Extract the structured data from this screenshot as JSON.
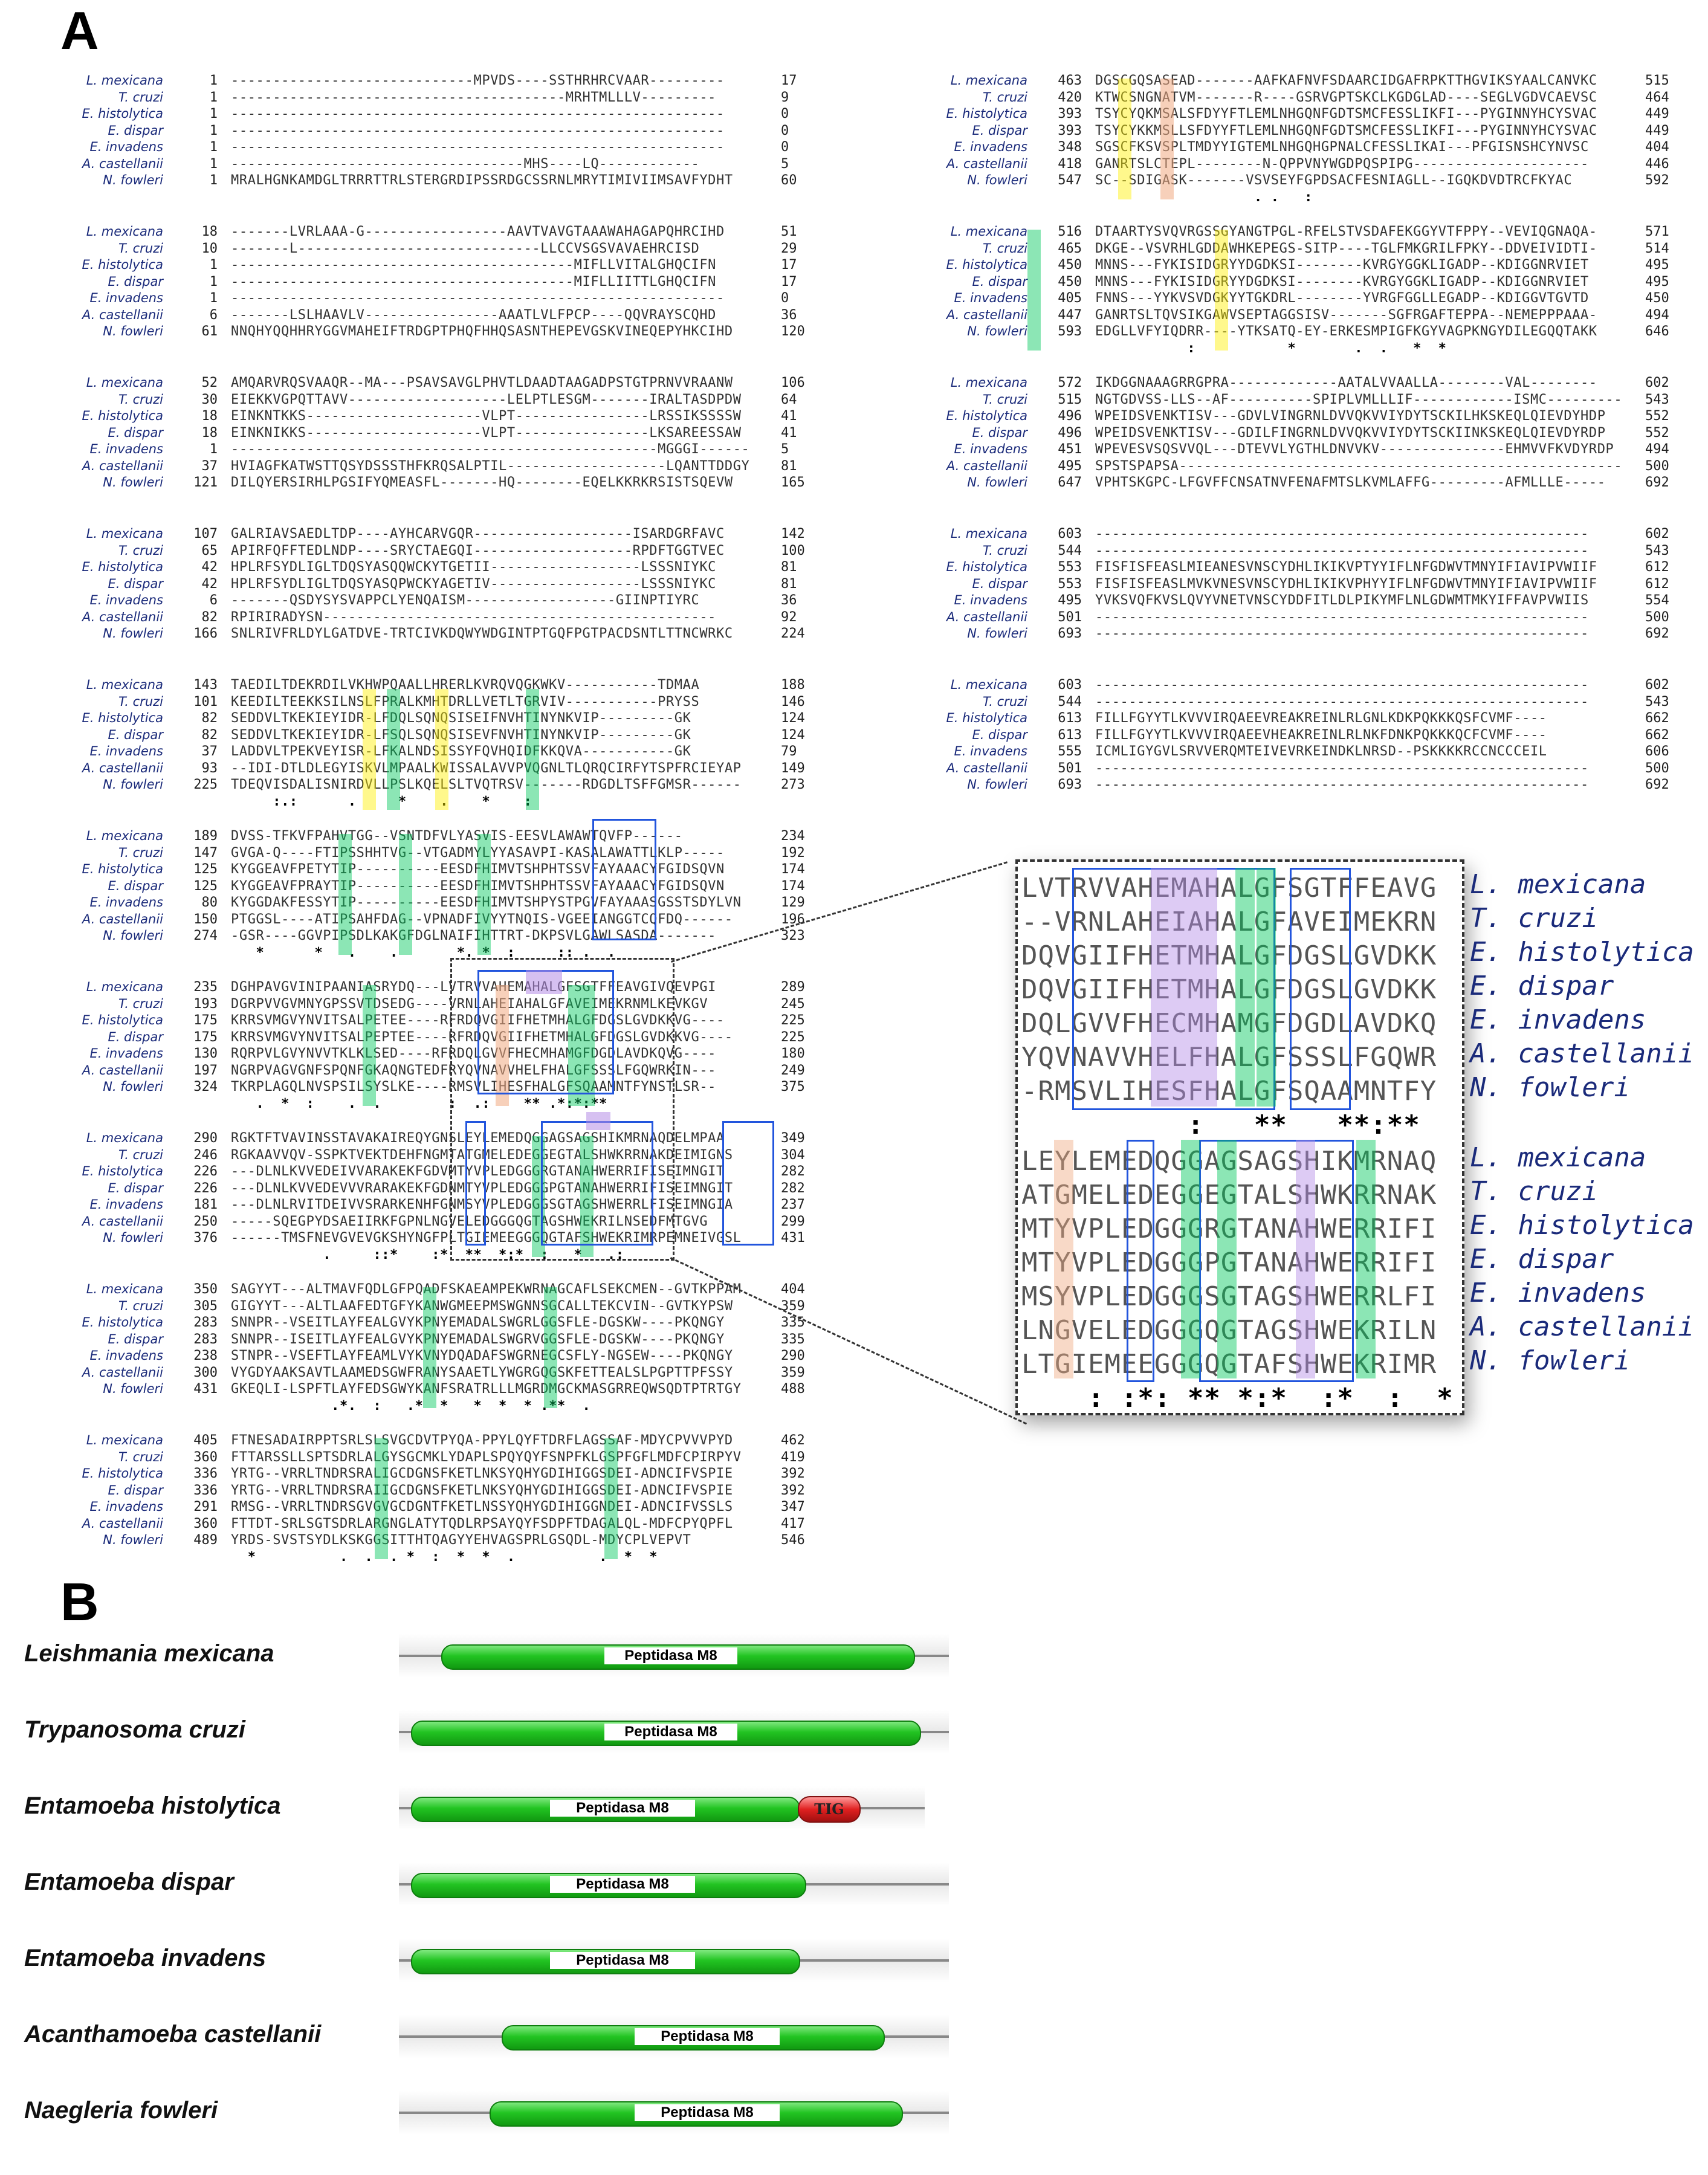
{
  "panels": {
    "a": "A",
    "b": "B"
  },
  "species_short": [
    "L. mexicana",
    "T. cruzi",
    "E. histolytica",
    "E. dispar",
    "E. invadens",
    "A. castellanii",
    "N. fowleri"
  ],
  "alignment_left": [
    {
      "rows": [
        [
          "1",
          "-----------------------------MPVDS----SSTHRHRCVAAR---------",
          "17"
        ],
        [
          "1",
          "----------------------------------------MRHTMLLLV---------",
          "9"
        ],
        [
          "1",
          "-----------------------------------------------------------",
          "0"
        ],
        [
          "1",
          "-----------------------------------------------------------",
          "0"
        ],
        [
          "1",
          "-----------------------------------------------------------",
          "0"
        ],
        [
          "1",
          "-----------------------------------MHS----LQ------------",
          "5"
        ],
        [
          "1",
          "MRALHGNKAMDGLTRRRTTRLSTERGRDIPSSRDGCSSRNLMRYTIMIVIIMSAVFYDHT",
          "60"
        ]
      ],
      "cons": ""
    },
    {
      "rows": [
        [
          "18",
          "-------LVRLAAA-G-----------------AAVTVAVGTAAAWAHAGAPQHRCIHD",
          "51"
        ],
        [
          "10",
          "-------L-----------------------------LLCCVSGSVAVAEHRCISD",
          "29"
        ],
        [
          "1",
          "-----------------------------------------MIFLLVITALGHQCIFN",
          "17"
        ],
        [
          "1",
          "-----------------------------------------MIFLLIITTLGHQCIFN",
          "17"
        ],
        [
          "1",
          "-----------------------------------------------------------",
          "0"
        ],
        [
          "6",
          "-------LSLHAAVLV----------------AAATLVLFPCP----QQVRAYSCQHD",
          "36"
        ],
        [
          "61",
          "NNQHYQQHHRYGGVMAHEIFTRDGPTPHQFHHQSASNTHEPEVGSKVINEQEPYHKCIHD",
          "120"
        ]
      ],
      "cons": ""
    },
    {
      "rows": [
        [
          "52",
          "AMQARVRQSVAAQR--MA---PSAVSAVGLPHVTLDAADTAAGADPSTGTPRNVVRAANW",
          "106"
        ],
        [
          "30",
          "EIEKKVGPQTTAVV-------------------LELPTLESGM-------IRALTASDPDW",
          "64"
        ],
        [
          "18",
          "EINKNTKKS---------------------VLPT----------------LRSSIKSSSSW",
          "41"
        ],
        [
          "18",
          "EINKNIKKS---------------------VLPT----------------LKSAREESSAW",
          "41"
        ],
        [
          "1",
          "---------------------------------------------------MGGGI------",
          "5"
        ],
        [
          "37",
          "HVIAGFKATWSTTQSYDSSSTHFKRQSALPTIL-------------------LQANTTDDGY",
          "81"
        ],
        [
          "121",
          "DILQYERSIRHLPGSIFYQMEASFL-------HQ--------EQELKKRKRSISTSQEVW",
          "165"
        ]
      ],
      "cons": ""
    },
    {
      "rows": [
        [
          "107",
          "GALRIAVSAEDLTDP----AYHCARVGQR-------------------ISARDGRFAVC",
          "142"
        ],
        [
          "65",
          "APIRFQFFTEDLNDP----SRYCTAEGQI-------------------RPDFTGGTVEC",
          "100"
        ],
        [
          "42",
          "HPLRFSYDLIGLTDQSYASQQWCKYTGETII------------------LSSSNIYKC",
          "81"
        ],
        [
          "42",
          "HPLRFSYDLIGLTDQSYASQPWCKYAGETIV------------------LSSSNIYKC",
          "81"
        ],
        [
          "6",
          "-------QSDYSYSVAPPCLYENQAISM------------------GIINPTIYRC",
          "36"
        ],
        [
          "82",
          "RPIRIRADYSN-----------------------------------------------",
          "92"
        ],
        [
          "166",
          "SNLRIVFRLDYLGATDVE-TRTCIVKDQWYWDGINTPTGQFPGTPACDSNTLTTNCWRKC",
          "224"
        ]
      ],
      "cons": ""
    },
    {
      "rows": [
        [
          "143",
          "TAEDILTDEKRDILVKHWPQAALLHRERLKVRQVQGKWKV-----------TDMAA",
          "188"
        ],
        [
          "101",
          "KEEDILTEEKKSILNSLFPRALKMHTDRLLVETLTGRVIV-----------PRYSS",
          "146"
        ],
        [
          "82",
          "SEDDVLTKEKIEYIDR-LFDQLSQNQSISEIFNVHTINYNKVIP---------GK",
          "124"
        ],
        [
          "82",
          "SEDDVLTKEKIEYIDR-LFSQLSQNQSISEVFNVHTINYNKVIP---------GK",
          "124"
        ],
        [
          "37",
          "LADDVLTPEKVEYISR-LFKALNDSISSYFQVHQIDFKKQVA-----------GK",
          "79"
        ],
        [
          "93",
          "--IDI-DTLDLEGYISKVLMPAALKWISSALAVVPVQGNLTLQRQCIRFYTSPFRCIEYAP",
          "149"
        ],
        [
          "225",
          "TDEQVISDALISNIRDVLLPSLKQELSLTVQTRSV-------RDGDLTSFFGMSR------",
          "273"
        ]
      ],
      "cons": "     :.:      .     *    .    *    :"
    },
    {
      "rows": [
        [
          "189",
          "DVSS-TFKVFPAHVTGG--VSNTDFVLYASVIS-EESVLAWAWTQVFP------",
          "234"
        ],
        [
          "147",
          "GVGA-Q----FTIPSSHHTVG--VTGADMYLYYASAVPI-KASALAWATTLKLP-----",
          "192"
        ],
        [
          "125",
          "KYGGEAVFPETYTIP----------EESDFHIMVTSHPHTSSVFAYAAACYFGIDSQVN",
          "174"
        ],
        [
          "125",
          "KYGGEAVFPRAYTIP----------EESDFHIMVTSHPHTSSVFAYAAACYFGIDSQVN",
          "174"
        ],
        [
          "80",
          "KYGGDAKFESSYTIP----------EESDFHIMVTSHPYSTPGVFAYAAASGSSTSDYLVN",
          "129"
        ],
        [
          "150",
          "PTGGSL----ATIPSAHFDAG--VPNADFIVYYTNQIS-VGEEIANGGTCQFDQ------",
          "196"
        ],
        [
          "274",
          "-GSR----GGVPIPSDLKAKGFDGLNAIFIHTTRT-DKPSVLGAWLSASDA-------",
          "323"
        ]
      ],
      "cons": "   *      *   .    .       *. *  :     :: .  ."
    },
    {
      "rows": [
        [
          "235",
          "DGHPAVGVINIPAANIASRYDQ---LVTRVVAHEMAHALGFSGTFFEAVGIVQEVPGI",
          "289"
        ],
        [
          "193",
          "DGRPVVGVMNYGPSSVTDSEDG----VRNLAHEIAHALGFAVEIMEKRNMLKEVKGV",
          "245"
        ],
        [
          "175",
          "KRRSVMGVYNVITSALPETEE----RFRDQVGIIFHETMHALGFDGSLGVDKKVG----",
          "225"
        ],
        [
          "175",
          "KRRSVMGVYNVITSALPEPTEE----RFRDQVGIIFHETMHALGFDGSLGVDKKVG----",
          "225"
        ],
        [
          "130",
          "RQRPVLGVYNVVTKLKLSED----RFRDQLGVVFHECMHAMGFDGDLAVDKQVG----",
          "180"
        ],
        [
          "197",
          "NGRPVAGVGNFSPQNFGKAQNGTEDFRYQVNAVVHELFHALGFSSSLFGQWRKIN---",
          "249"
        ],
        [
          "324",
          "TKRPLAGQLNVSPSILSYSLKE----RMSVLIHESFHALGFSQAAMNTFYNSTLSR--",
          "375"
        ]
      ],
      "cons": "   .  *  :    .  .        :  .:    ** .*:*:**"
    },
    {
      "rows": [
        [
          "290",
          "RGKTFTVAVINSSTAVAKAIREQYGNSLEYLEMEDQGGAGSAGSHIKMRNAQDELMPAA",
          "349"
        ],
        [
          "246",
          "RGKAAVVQV-SSPKTVEKTDEHFNGMTATGMELEDEGGEGTALSHWKRRNAKDEIMIGNS",
          "304"
        ],
        [
          "226",
          "---DLNLKVVEDEIVVARAKEKFGDVMTYVPLEDGGGRGTANAHWERRIFISEIMNGIT",
          "282"
        ],
        [
          "226",
          "---DLNLKVVEDEVVVRARAKEKFGDNMTYVPLEDGGGPGTANAHWERRIFISEIMNGIT",
          "282"
        ],
        [
          "181",
          "---DLNLRVITDEIVVSRARKENHFGNMSYVPLEDGGGSGTAGSHWERRLFISEIMNGIA",
          "237"
        ],
        [
          "250",
          "-----SQEGPYDSAEIIRKFGPNLNGVELEDGGGQGTAGSHWEKRILNSEDFMTGVG",
          "299"
        ],
        [
          "376",
          "------TMSFNEVGVEVGKSHYNGFPLTGIEMEEGGGQGTAFSHWEKRIMRPEMNEIVGSL",
          "431"
        ]
      ],
      "cons": "           .     ::*    :*  **  *:*  :   *   .:"
    },
    {
      "rows": [
        [
          "350",
          "SAGYYT---ALTMAVFQDLGFPQADFSKAEAMPEKWRNAGCAFLSEKCMEN--GVTKPPAM",
          "404"
        ],
        [
          "305",
          "GIGYYT---ALTLAAFEDTGFYKANWGMEEPMSWGNNSGCALLTEKCVIN--GVTKYPSW",
          "359"
        ],
        [
          "283",
          "SNNPR--VSEITLAYFEALGVYKPNYEMADALSWGRLGGSFLE-DGSKW----PKQNGY",
          "335"
        ],
        [
          "283",
          "SNNPR--ISEITLAYFEALGVYKPNYEMADALSWGRVGGSFLE-DGSKW----PKQNGY",
          "335"
        ],
        [
          "238",
          "STNPR--VSEFTLAYFEAMLVYKVNYDQADAFSWGRNEGCSFLY-NGSEW----PKQNGY",
          "290"
        ],
        [
          "300",
          "VYGDYAAKSAVTLAAMEDSGWFRANYSAAETLYWGRGQGSKFETTEALSLPGPTTPFSSY",
          "359"
        ],
        [
          "431",
          "GKEQLI-LSPFTLAYFEDSGWYKANFSRATRLLLMGRDMGCKMASGRREQWSQDTPTRTGY",
          "488"
        ]
      ],
      "cons": "            .*.  :   .*  *   *  *  * .**  ."
    },
    {
      "rows": [
        [
          "405",
          "FTNESADAIRPPTSRLSLSVGCDVTPYQA-PPYLQYFTDRFLAGSSAF-MDYCPVVVPYD",
          "462"
        ],
        [
          "360",
          "FTTARSSLLSPTSDRLALGYSGCMKLYDAPLSPQYQYFSNPFKLGSPFGFLMDFCPIRPYV",
          "419"
        ],
        [
          "336",
          "YRTG--VRRLTNDRSRALIGCDGNSFKETLNKSYQHYGDIHIGGSDEI-ADNCIFVSPIE",
          "392"
        ],
        [
          "336",
          "YRTG--VRRLTNDRSRAIIGCDGNSFKETLNKSYQHYGDIHIGGSDEI-ADNCIFVSPIE",
          "392"
        ],
        [
          "291",
          "RMSG--VRRLTNDRSGVGVGCDGNTFKETLNSSYQHYGDIHIGGNDEI-ADNCIFVSSLS",
          "347"
        ],
        [
          "360",
          "FTTDT-SRLSGTSDRLARGNGLATYTQDLRPSAYQYFSDPFTDAGALQL-MDFCPYQPFL",
          "417"
        ],
        [
          "489",
          "YRDS-SVSTSYDLKSKGGSITTHTQAGYYEHVAGSPRLGSQDL-MDYCPLVEPVT",
          "546"
        ]
      ],
      "cons": "  *          .  .  . *  :  *  *  .          .  *  *"
    }
  ],
  "alignment_right": [
    {
      "rows": [
        [
          "463",
          "DGSCGQSASEAD-------AAFKAFNVFSDAARCIDGAFRPKTTHGVIKSYAALCANVKC",
          "515"
        ],
        [
          "420",
          "KTWCSNGNATVM-------R----GSRVGPTSKCLKGDGLAD----SEGLVGDVCAEVSC",
          "464"
        ],
        [
          "393",
          "TSYCYQKMSALSFDYYFTLEMLNHGQNFGDTSMCFESSLIKFI---PYGINNYHCYSVAC",
          "449"
        ],
        [
          "393",
          "TSYCYKKMSLLSFDYYFTLEMLNHGQNFGDTSMCFESSLIKFI---PYGINNYHCYSVAC",
          "449"
        ],
        [
          "348",
          "SGSCFKSVSPLTMDYYIGTEMLNHGQHGPNALCFESSLIKAI---PFGISNSHCYNVSC",
          "404"
        ],
        [
          "418",
          "GANRTSLCTEPL--------N-QPPVNYWGDPQSPIPG---------------------",
          "446"
        ],
        [
          "547",
          "SC--SDIGASK-------VSVSEYFGPDSACFESNIAGLL--IGQKDVDTRCFKYAC",
          "592"
        ]
      ],
      "cons": "                   . .   :"
    },
    {
      "rows": [
        [
          "516",
          "DTAARTYSVQVRGSSGYANGTPGL-RFELSTVSDAFEKGGYVTFPPY--VEVIQGNAQA-",
          "571"
        ],
        [
          "465",
          "DKGE--VSVRHLGDDAWHKEPEGS-SITP----TGLFMKGRILFPKY--DDVEIVIDTI-",
          "514"
        ],
        [
          "450",
          "MNNS---FYKISIDGRYYDGDKSI--------KVRGYGGKLIGADP--KDIGGNRVIET",
          "495"
        ],
        [
          "450",
          "MNNS---FYKISIDGRYYDGDKSI--------KVRGYGGKLIGADP--KDIGGNRVIET",
          "495"
        ],
        [
          "405",
          "FNNS---YYKVSVDGKYYTGKDRL--------YVRGFGGLLEGADP--KDIGGVTGVTD",
          "450"
        ],
        [
          "447",
          "GANRTSLTQVSIKGAWVSEPTAGGSISV-------SGFRGAFTEPPA--NEMEPPPAAA-",
          "494"
        ],
        [
          "593",
          "EDGLLVFYIQDRR----YTKSATQ-EY-ERKESMPIGFKGYVAGPKNGYDILEGQQTAKK",
          "646"
        ]
      ],
      "cons": "           :           *       .  .   *  *"
    },
    {
      "rows": [
        [
          "572",
          "IKDGGNAAAGRRGPRA-------------AATALVVAALLA--------VAL--------",
          "602"
        ],
        [
          "515",
          "NGTGDVSS-LLS--AF----------SPIPLVMLLLIF------------ISMC---------",
          "543"
        ],
        [
          "496",
          "WPEIDSVENKTISV---GDVLVINGRNLDVVQKVVIYDYTSCKILHKSKEQLQIEVDYHDP",
          "552"
        ],
        [
          "496",
          "WPEIDSVENKTISV---GDILFINGRNLDVVQKVVIYDYTSCKIINKSKEQLQIEVDYRDP",
          "552"
        ],
        [
          "451",
          "WPEVESVSQSVVQL---DTEVVLYGTHLDNVVKV---------------EHMVVFKVDYRDP",
          "494"
        ],
        [
          "495",
          "SPSTSPAPSA-----------------------------------------------------",
          "500"
        ],
        [
          "647",
          "VPHTSKGPC-LFGVFFCNSATNVFENAFMTSLKVMLAFFG---------AFMLLLE-----",
          "692"
        ]
      ],
      "cons": ""
    },
    {
      "rows": [
        [
          "603",
          "-----------------------------------------------------------",
          "602"
        ],
        [
          "544",
          "-----------------------------------------------------------",
          "543"
        ],
        [
          "553",
          "FISFISFEASLMIEANESVNSCYDHLIKIKVPTYYIFLNFGDWVTMNYIFIAVIPVWIIF",
          "612"
        ],
        [
          "553",
          "FISFISFEASLMVKVNESVNSCYDHLIKIKVPHYYIFLNFGDWVTMNYIFIAVIPVWIIF",
          "612"
        ],
        [
          "495",
          "YVKSVQFKVSLQVYVNETVNSCYDDFITLDLPIKYMFLNLGDWMTMKYIFFAVPVWIIS",
          "554"
        ],
        [
          "501",
          "-----------------------------------------------------------",
          "500"
        ],
        [
          "693",
          "-----------------------------------------------------------",
          "692"
        ]
      ],
      "cons": ""
    },
    {
      "rows": [
        [
          "603",
          "-----------------------------------------------------------",
          "602"
        ],
        [
          "544",
          "-----------------------------------------------------------",
          "543"
        ],
        [
          "613",
          "FILLFGYYTLKVVVIRQAEEVREAKREINLRLGNLKDKPQKKKQSFCVMF----",
          "662"
        ],
        [
          "613",
          "FILLFGYYTLKVVVIRQAEEVHEAKREINLRLNKFDNKPQKKKQCFCVMF----",
          "662"
        ],
        [
          "555",
          "ICMLIGYGVLSRVVERQMTEIVEVRKEINDKLNRSD--PSKKKKRCCNCCCEIL",
          "606"
        ],
        [
          "501",
          "-----------------------------------------------------------",
          "500"
        ],
        [
          "693",
          "-----------------------------------------------------------",
          "692"
        ]
      ],
      "cons": ""
    }
  ],
  "zoom": {
    "top_seqs": [
      "LVTRVVAHEMAHALGFSGTFFEAVG",
      "--VRNLAHEIAHALGFAVEIMEKRN",
      "DQVGIIFHETMHALGFDGSLGVDKK",
      "DQVGIIFHETMHALGFDGSLGVDKK",
      "DQLGVVFHECMHAMGFDGDLAVDKQ",
      "YQVNAVVHELFHALGFSSSLFGQWR",
      "-RMSVLIHESFHALGFSQAAMNTFY"
    ],
    "top_cons": "          :   **   **:**",
    "bottom_seqs": [
      "LEYLEMEDQGGAGSAGSHIKMRNAQ",
      "ATGMELEDEGGEGTALSHWKRRNAK",
      "MTYVPLEDGGGRGTANAHWERRIFI",
      "MTYVPLEDGGGPGTANAHWERRIFI",
      "MSYVPLEDGGGSGTAGSHWERRLFI",
      "LNGVELEDGGGQGTAGSHWEKRILN",
      "LTGIEMEEGGGQGTAFSHWEKRIMR"
    ],
    "bottom_cons": "    : :*: ** *:*  :*  :  *",
    "species": [
      "L. mexicana",
      "T. cruzi",
      "E. histolytica",
      "E. dispar",
      "E. invadens",
      "A. castellanii",
      "N. fowleri"
    ]
  },
  "domains": {
    "species_full": [
      "Leishmania mexicana",
      "Trypanosoma cruzi",
      "Entamoeba histolytica",
      "Entamoeba dispar",
      "Entamoeba invadens",
      "Acanthamoeba castellanii",
      "Naegleria fowleri"
    ],
    "domain_label": "Peptidasa M8",
    "extra_domain_label": "TIG",
    "colors": {
      "domain": "#22c422",
      "extra": "#e02020"
    }
  }
}
